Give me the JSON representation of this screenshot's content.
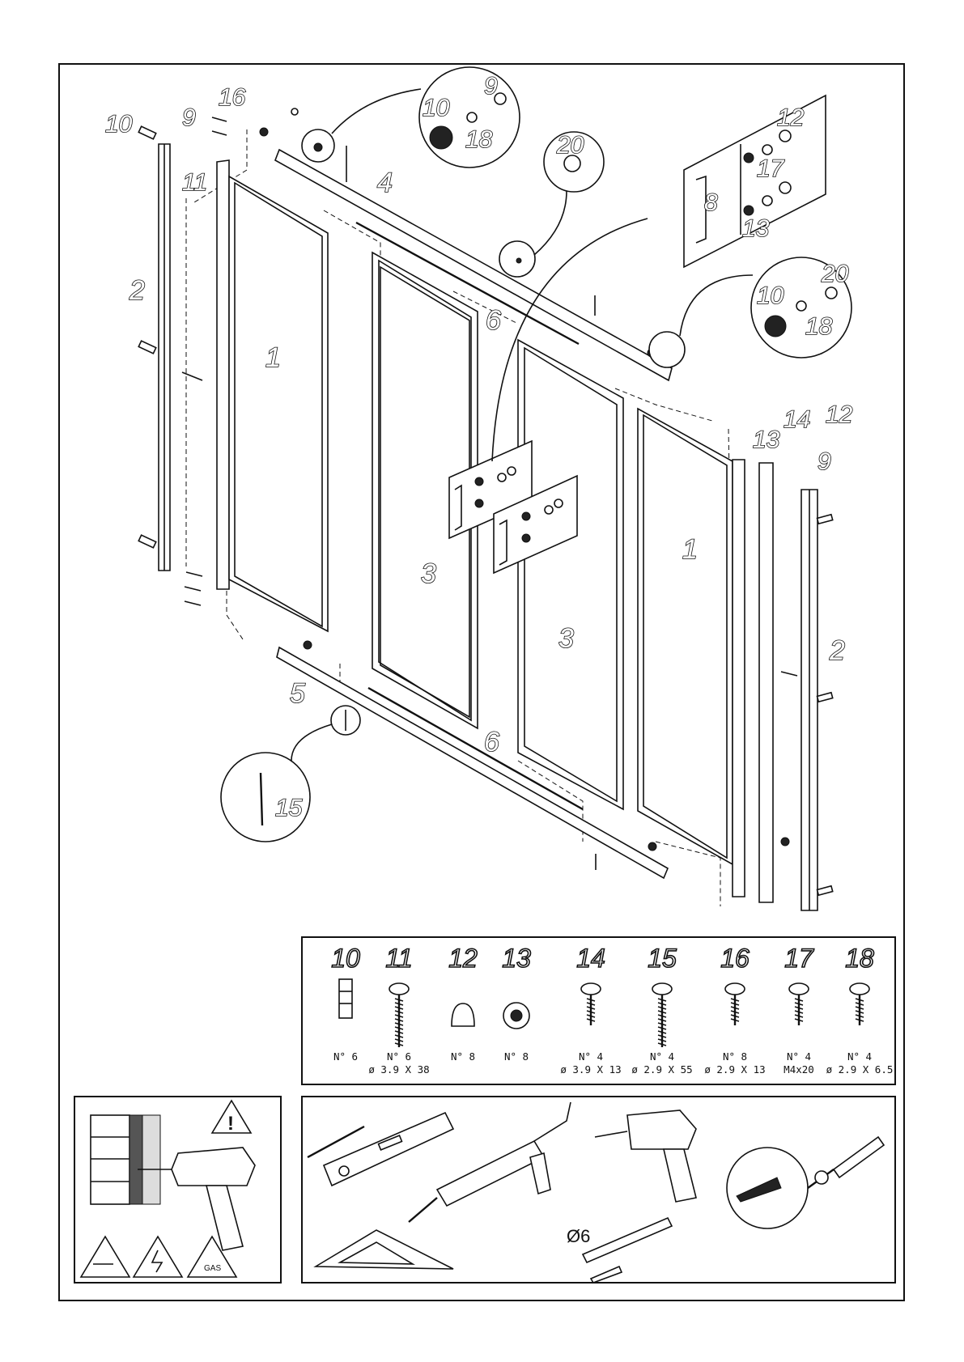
{
  "diagram": {
    "panel_labels": {
      "fixed_panel_left": "1",
      "fixed_panel_right": "1",
      "wall_profile_left": "2",
      "wall_profile_right": "2",
      "sliding_door_left": "3",
      "sliding_door_right": "3",
      "top_rail": "4",
      "bottom_rail": "5",
      "seal_top": "6",
      "seal_bottom": "6",
      "handle": "8"
    },
    "callouts": {
      "top_left": [
        "10",
        "9",
        "16",
        "11"
      ],
      "top_bubble": [
        "9",
        "10",
        "18"
      ],
      "mid_bubble": [
        "20"
      ],
      "handle_detail": [
        "12",
        "17",
        "13"
      ],
      "right_bubble": [
        "20",
        "10",
        "18"
      ],
      "right_side": [
        "13",
        "14",
        "12",
        "9"
      ],
      "bottom_bubble": [
        "15"
      ]
    }
  },
  "hardware": [
    {
      "num": "10",
      "qty": "N° 6",
      "size": ""
    },
    {
      "num": "11",
      "qty": "N° 6",
      "size": "ø 3.9 X 38"
    },
    {
      "num": "12",
      "qty": "N° 8",
      "size": ""
    },
    {
      "num": "13",
      "qty": "N° 8",
      "size": ""
    },
    {
      "num": "14",
      "qty": "N° 4",
      "size": "ø 3.9 X 13"
    },
    {
      "num": "15",
      "qty": "N° 4",
      "size": "ø 2.9 X 55"
    },
    {
      "num": "16",
      "qty": "N° 8",
      "size": "ø 2.9 X 13"
    },
    {
      "num": "17",
      "qty": "N° 4",
      "size": "M4x20"
    },
    {
      "num": "18",
      "qty": "N° 4",
      "size": "ø 2.9 X 6.5"
    }
  ],
  "warnings": {
    "gas_label": "GAS"
  },
  "tools": {
    "drill_bit_label": "Ø6"
  }
}
